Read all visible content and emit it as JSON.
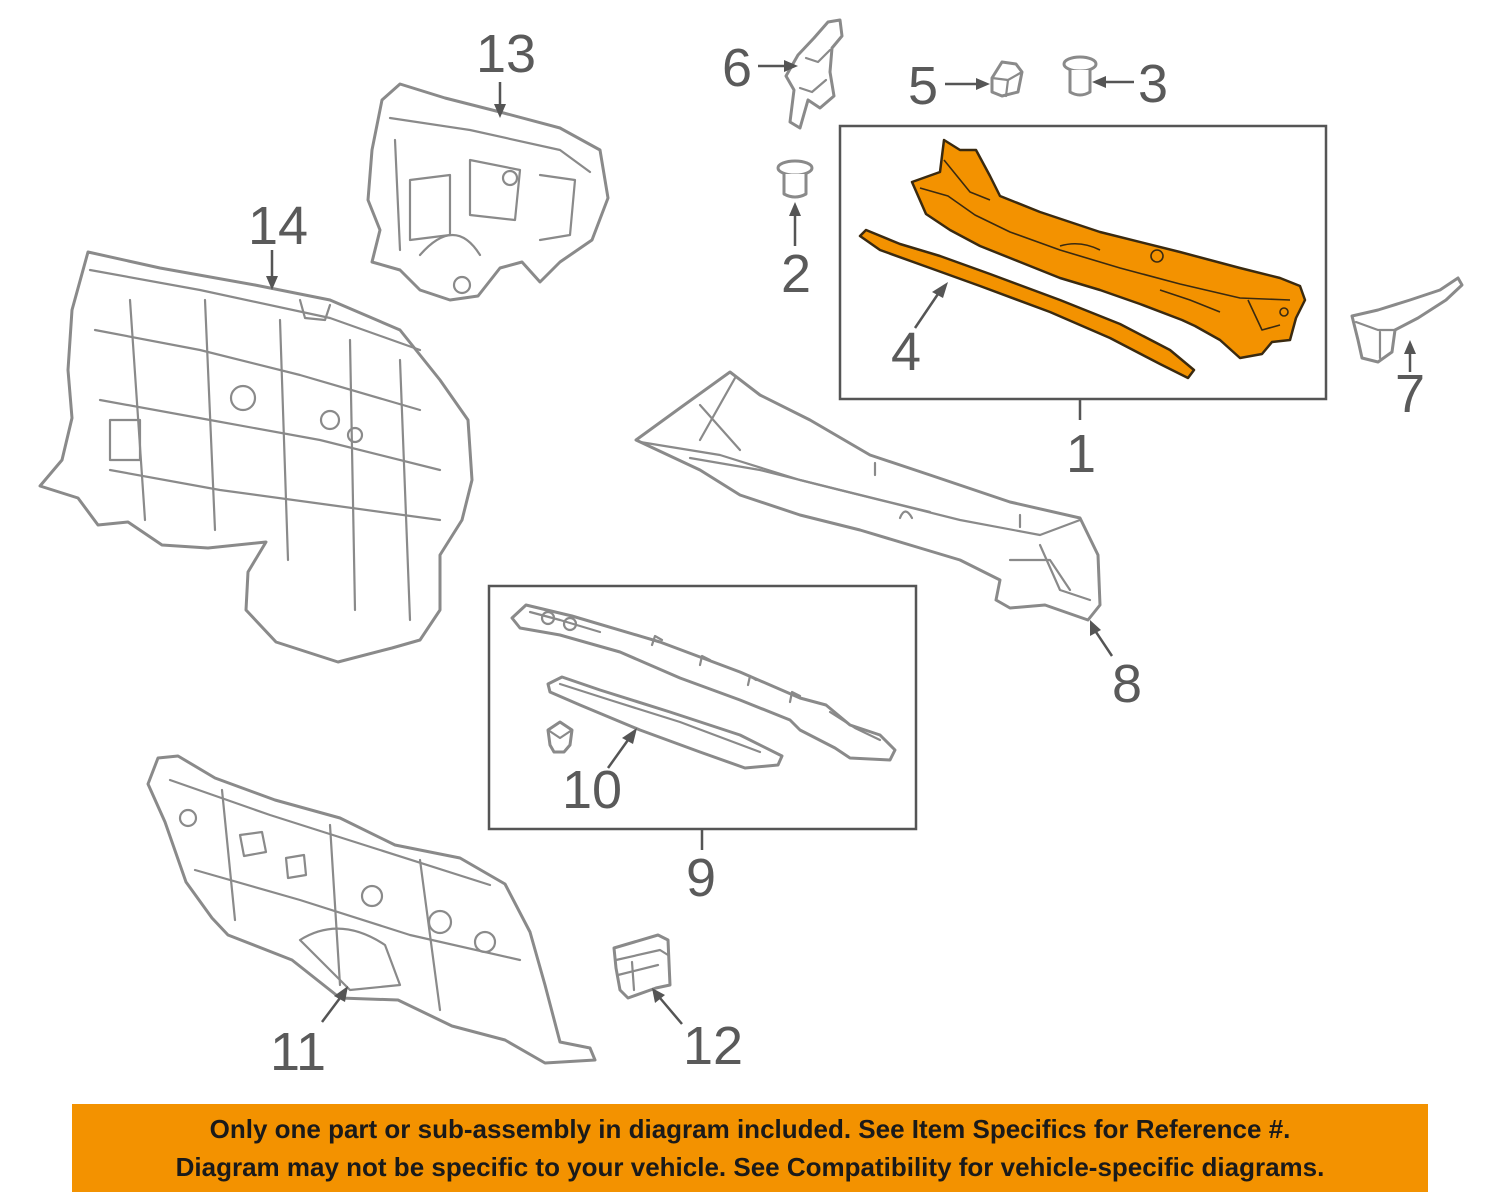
{
  "callouts": {
    "c1": "1",
    "c2": "2",
    "c3": "3",
    "c4": "4",
    "c5": "5",
    "c6": "6",
    "c7": "7",
    "c8": "8",
    "c9": "9",
    "c10": "10",
    "c11": "11",
    "c12": "12",
    "c13": "13",
    "c14": "14"
  },
  "notice": {
    "line1": "Only one part or sub-assembly in diagram included. See Item Specifics for Reference #.",
    "line2": "Diagram may not be specific to your vehicle. See Compatibility for vehicle-specific diagrams."
  },
  "colors": {
    "highlight": "#f39200",
    "banner": "#f39200",
    "line": "#8a8a8a"
  }
}
